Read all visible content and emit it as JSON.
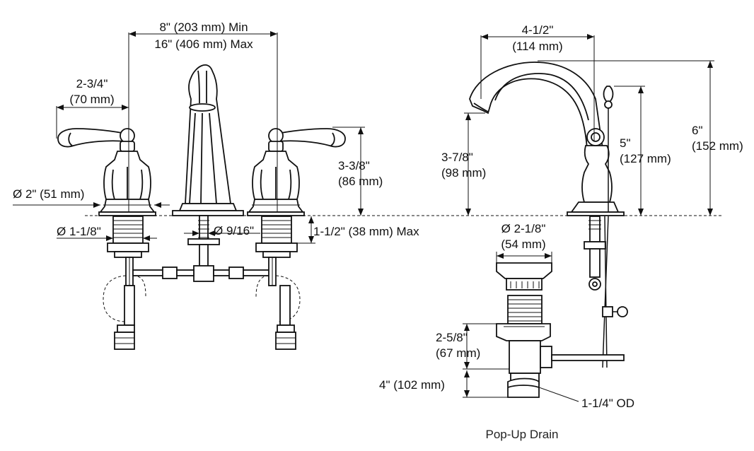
{
  "dimensions": {
    "spread_min": "8\" (203 mm) Min",
    "spread_max": "16\" (406 mm) Max",
    "handle_reach_in": "2-3/4\"",
    "handle_reach_mm": "(70 mm)",
    "escutcheon_dia": "Ø 2\" (51 mm)",
    "valve_shank_dia": "Ø 1-1/8\"",
    "spout_shank_dia": "Ø 9/16\"",
    "deck_max": "1-1/2\" (38 mm) Max",
    "handle_height_in": "3-3/8\"",
    "handle_height_mm": "(86 mm)",
    "spout_reach_in": "4-1/2\"",
    "spout_reach_mm": "(114 mm)",
    "spout_clearance_in": "3-7/8\"",
    "spout_clearance_mm": "(98 mm)",
    "lift_rod_in": "5\"",
    "lift_rod_mm": "(127 mm)",
    "overall_height_in": "6\"",
    "overall_height_mm": "(152 mm)",
    "drain_dia_in": "Ø 2-1/8\"",
    "drain_dia_mm": "(54 mm)",
    "drain_depth_in": "2-5/8\"",
    "drain_depth_mm": "(67 mm)",
    "tailpiece_length": "4\" (102 mm)",
    "tailpiece_od": "1-1/4\" OD"
  },
  "captions": {
    "drain_caption": "Pop-Up Drain"
  }
}
